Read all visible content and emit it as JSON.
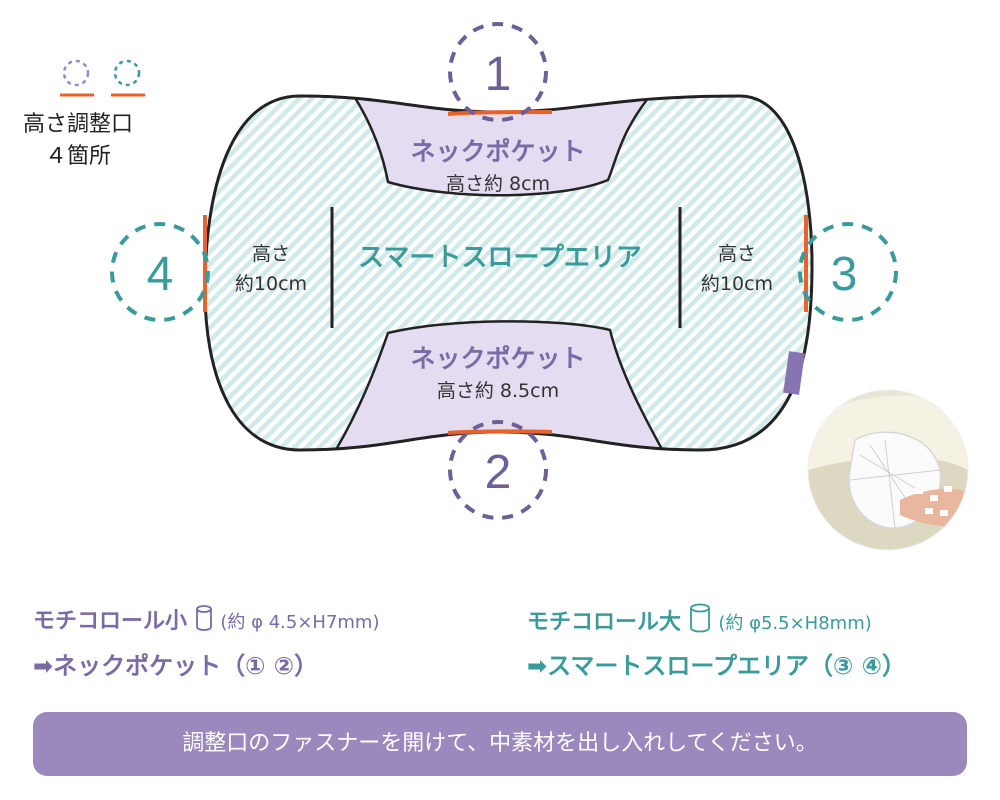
{
  "legend": {
    "line1": "高さ調整口",
    "line2": "４箇所"
  },
  "markers": {
    "m1": "1",
    "m2": "2",
    "m3": "3",
    "m4": "4"
  },
  "areas": {
    "neck_top_title": "ネックポケット",
    "neck_top_height": "高さ約 8cm",
    "neck_bottom_title": "ネックポケット",
    "neck_bottom_height": "高さ約 8.5cm",
    "center": "スマートスロープエリア",
    "left_line1": "高さ",
    "left_line2": "約10cm",
    "right_line1": "高さ",
    "right_line2": "約10cm"
  },
  "rolls": {
    "small_name": "モチコロール小",
    "small_spec": "(約 φ 4.5×H7mm)",
    "small_target": "➡ネックポケット（① ②）",
    "large_name": "モチコロール大",
    "large_spec": "(約 φ5.5×H8mm)",
    "large_target": "➡スマートスロープエリア（③ ④）"
  },
  "footer": {
    "text": "調整口のファスナーを開けて、中素材を出し入れしてください。"
  },
  "colors": {
    "purple": "#7a6aa6",
    "teal": "#3a9b9b",
    "orange": "#e8632b",
    "lavender_fill": "#e4ddf1",
    "footer_bg": "#9b89bd"
  },
  "icons": {
    "roll": "cylinder-icon",
    "photo": "filling-photo"
  }
}
